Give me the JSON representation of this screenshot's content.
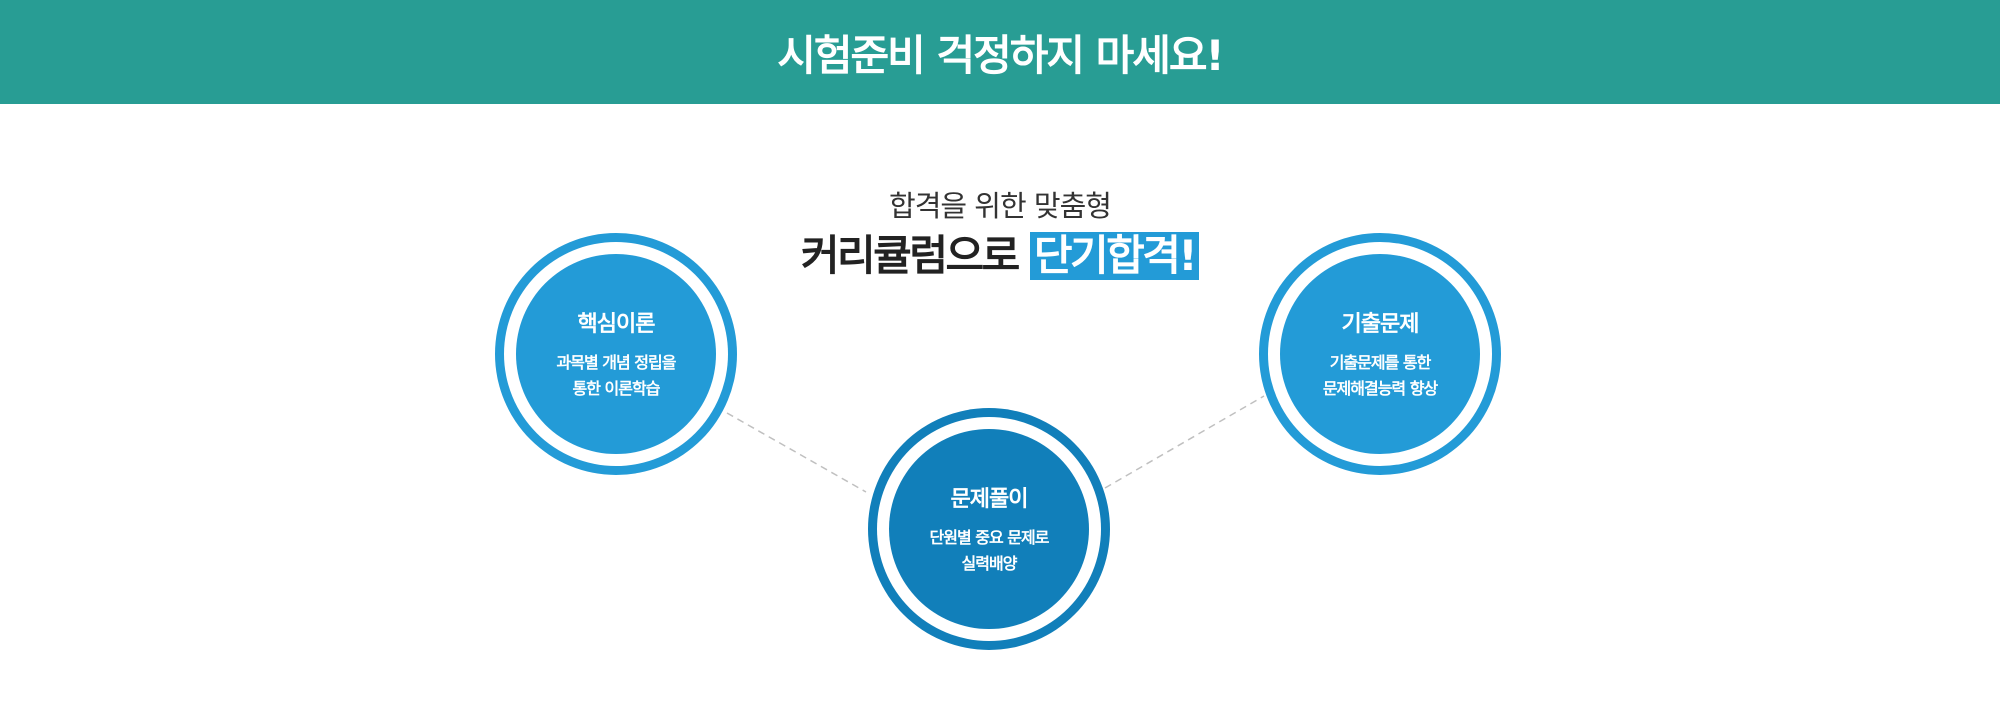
{
  "colors": {
    "banner_bg": "#289d94",
    "circle_light": "#239bd7",
    "circle_dark": "#117fba",
    "highlight_bg": "#239bd7",
    "connector": "#c0c0c0"
  },
  "banner": {
    "title": "시험준비 걱정하지 마세요!"
  },
  "heading": {
    "subtitle": "합격을 위한 맞춤형",
    "main_prefix": "커리큘럼으로",
    "main_highlight": "단기합격!"
  },
  "circles": [
    {
      "title": "핵심이론",
      "line1": "과목별 개념 정립을",
      "line2": "통한 이론학습"
    },
    {
      "title": "문제풀이",
      "line1": "단원별 중요 문제로",
      "line2": "실력배양"
    },
    {
      "title": "기출문제",
      "line1": "기출문제를 통한",
      "line2": "문제해결능력 향상"
    }
  ]
}
